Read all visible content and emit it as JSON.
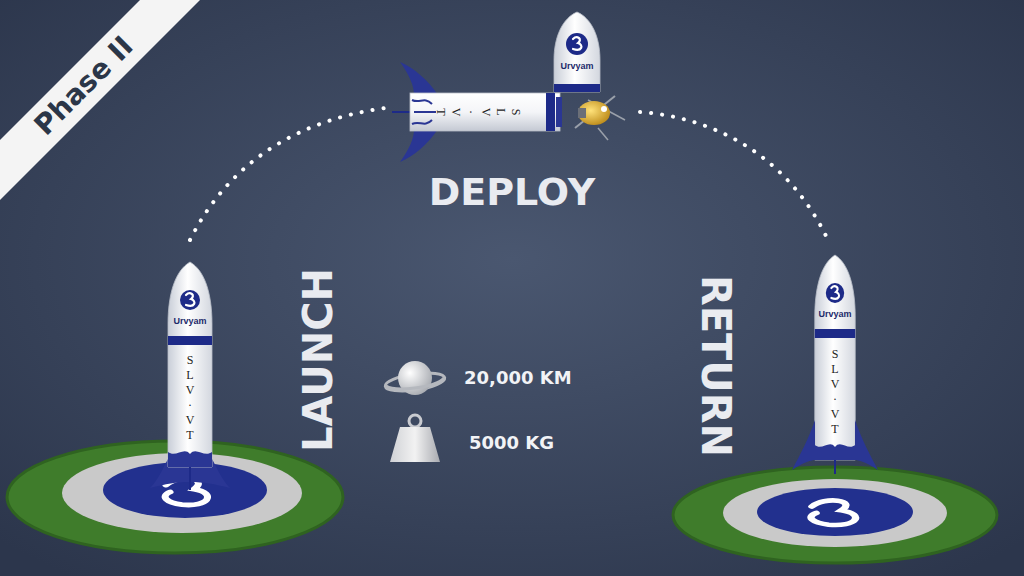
{
  "diagram": {
    "title": "Phase II",
    "labels": [
      "LAUNCH",
      "DEPLOY",
      "RETURN",
      "20,000 KM",
      "5000 KG",
      "Urvyam",
      "SLV·VT",
      "Urvyam",
      "SLV·VT",
      "Urvyam",
      "SLV·VT"
    ]
  }
}
